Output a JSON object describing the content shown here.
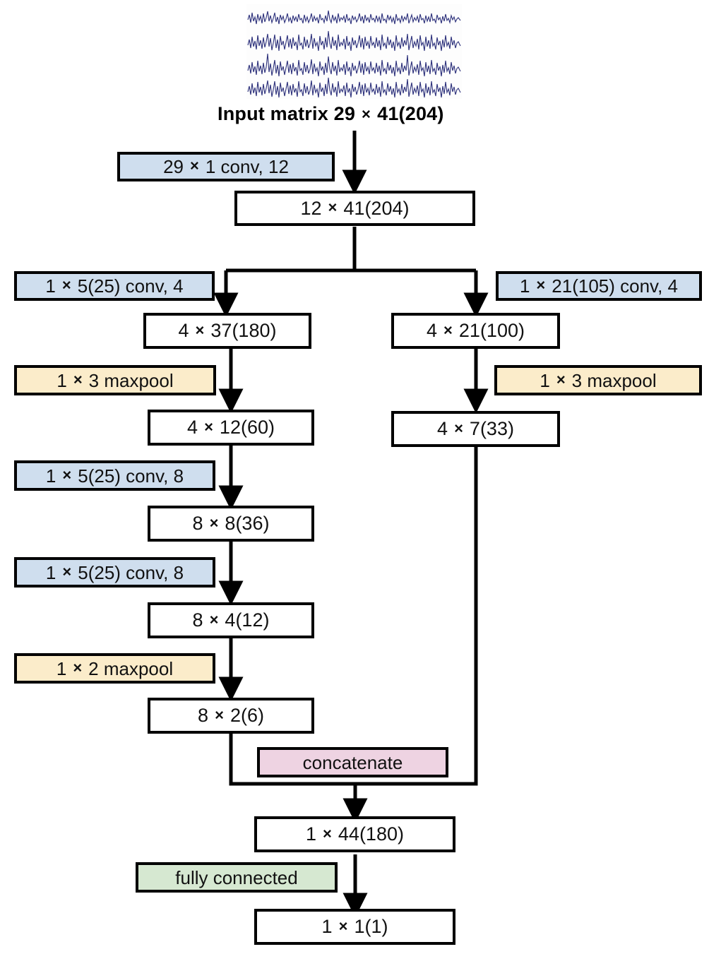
{
  "figure": {
    "type": "neural-network-architecture-diagram",
    "title": "Input matrix 29 × 41(204)",
    "input_image": {
      "name": "eeg-signal-traces",
      "trace_count": 4,
      "trace_color": "#2b2f7a"
    },
    "colors": {
      "conv": "#cfdeee",
      "maxpool": "#fbecca",
      "concatenate": "#eed3e2",
      "fully_connected": "#d6e8d1",
      "tensor": "#ffffff",
      "stroke": "#000000"
    },
    "nodes": [
      {
        "id": "op_conv_29x1",
        "kind": "conv",
        "label": "29 × 1 conv, 12"
      },
      {
        "id": "t_12_41",
        "kind": "tensor",
        "label": "12 × 41(204)"
      },
      {
        "id": "op_conv_1x5_4",
        "kind": "conv",
        "label": "1 × 5(25) conv, 4"
      },
      {
        "id": "op_conv_1x21_4",
        "kind": "conv",
        "label": "1 × 21(105) conv, 4"
      },
      {
        "id": "t_4_37",
        "kind": "tensor",
        "label": "4 × 37(180)"
      },
      {
        "id": "t_4_21",
        "kind": "tensor",
        "label": "4 × 21(100)"
      },
      {
        "id": "op_pool_1x3_L",
        "kind": "maxpool",
        "label": "1 × 3 maxpool"
      },
      {
        "id": "op_pool_1x3_R",
        "kind": "maxpool",
        "label": "1 × 3 maxpool"
      },
      {
        "id": "t_4_12",
        "kind": "tensor",
        "label": "4 × 12(60)"
      },
      {
        "id": "t_4_7",
        "kind": "tensor",
        "label": "4 × 7(33)"
      },
      {
        "id": "op_conv_1x5_8a",
        "kind": "conv",
        "label": "1 × 5(25) conv, 8"
      },
      {
        "id": "t_8_8",
        "kind": "tensor",
        "label": "8 × 8(36)"
      },
      {
        "id": "op_conv_1x5_8b",
        "kind": "conv",
        "label": "1 × 5(25) conv, 8"
      },
      {
        "id": "t_8_4",
        "kind": "tensor",
        "label": "8 × 4(12)"
      },
      {
        "id": "op_pool_1x2",
        "kind": "maxpool",
        "label": "1 × 2 maxpool"
      },
      {
        "id": "t_8_2",
        "kind": "tensor",
        "label": "8 × 2(6)"
      },
      {
        "id": "op_concat",
        "kind": "concatenate",
        "label": "concatenate"
      },
      {
        "id": "t_1_44",
        "kind": "tensor",
        "label": "1 × 44(180)"
      },
      {
        "id": "op_fc",
        "kind": "fully_connected",
        "label": "fully connected"
      },
      {
        "id": "t_1_1",
        "kind": "tensor",
        "label": "1 × 1(1)"
      }
    ]
  }
}
